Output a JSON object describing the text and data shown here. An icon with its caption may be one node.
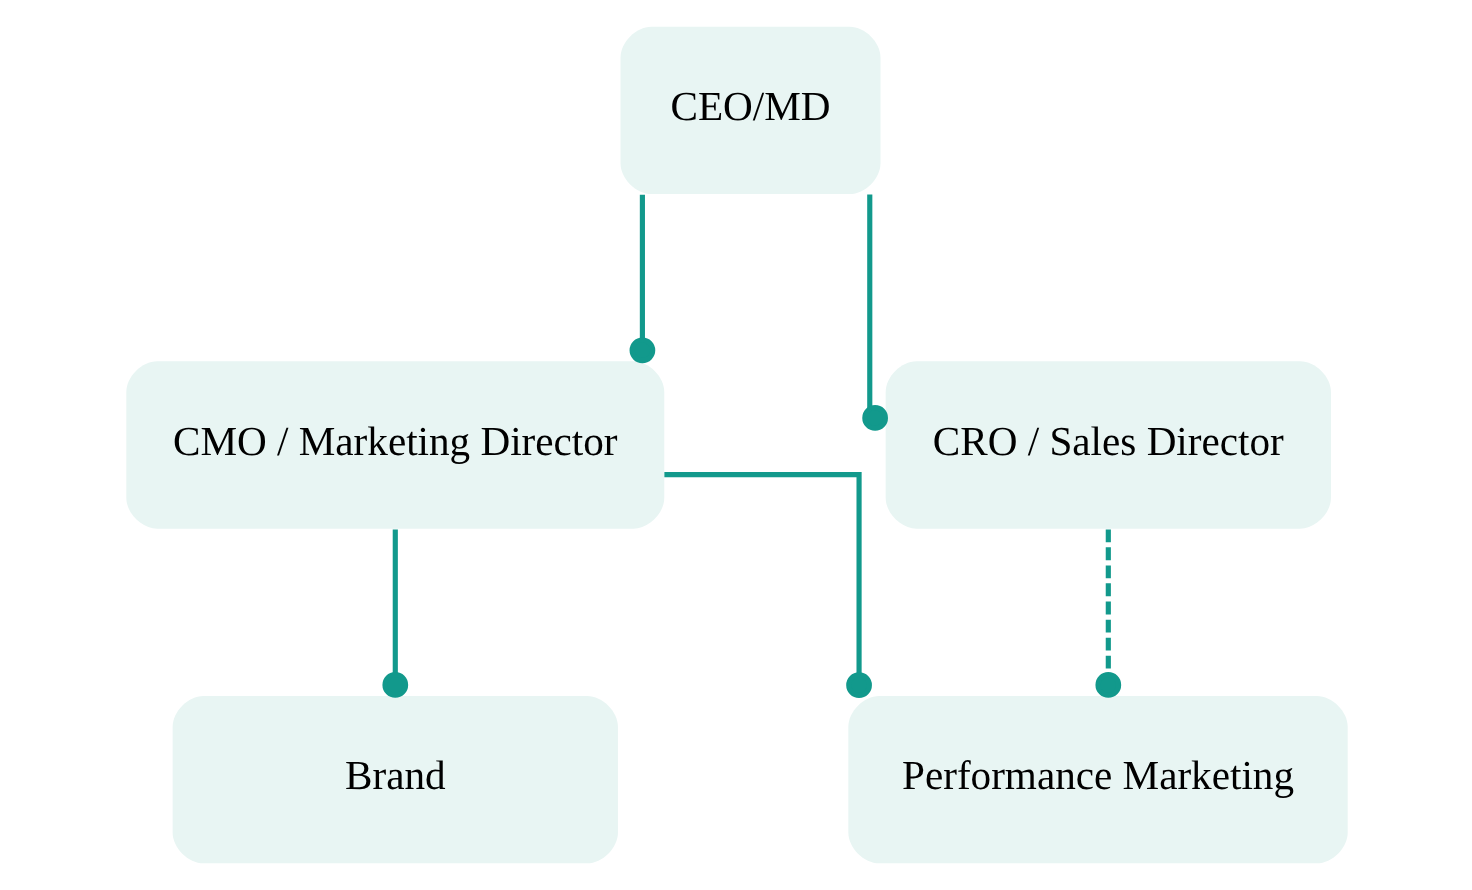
{
  "diagram": {
    "nodes": [
      {
        "text": [
          "CEO/MD"
        ]
      },
      {
        "text": [
          "CMO / Marketing Director"
        ]
      },
      {
        "text": [
          "CRO / Sales Director"
        ]
      },
      {
        "text": [
          "Brand"
        ]
      },
      {
        "text": [
          "Performance Marketing"
        ]
      }
    ],
    "edges": [
      {
        "from": 0,
        "to": 1,
        "arrow": "other"
      },
      {
        "from": 0,
        "to": 2,
        "arrow": "other"
      },
      {
        "from": 1,
        "to": 3,
        "arrow": "other"
      },
      {
        "from": 1,
        "to": 4,
        "arrow": "other"
      },
      {
        "from": 2,
        "to": 4,
        "arrow": "other",
        "style": "dashed"
      }
    ]
  }
}
